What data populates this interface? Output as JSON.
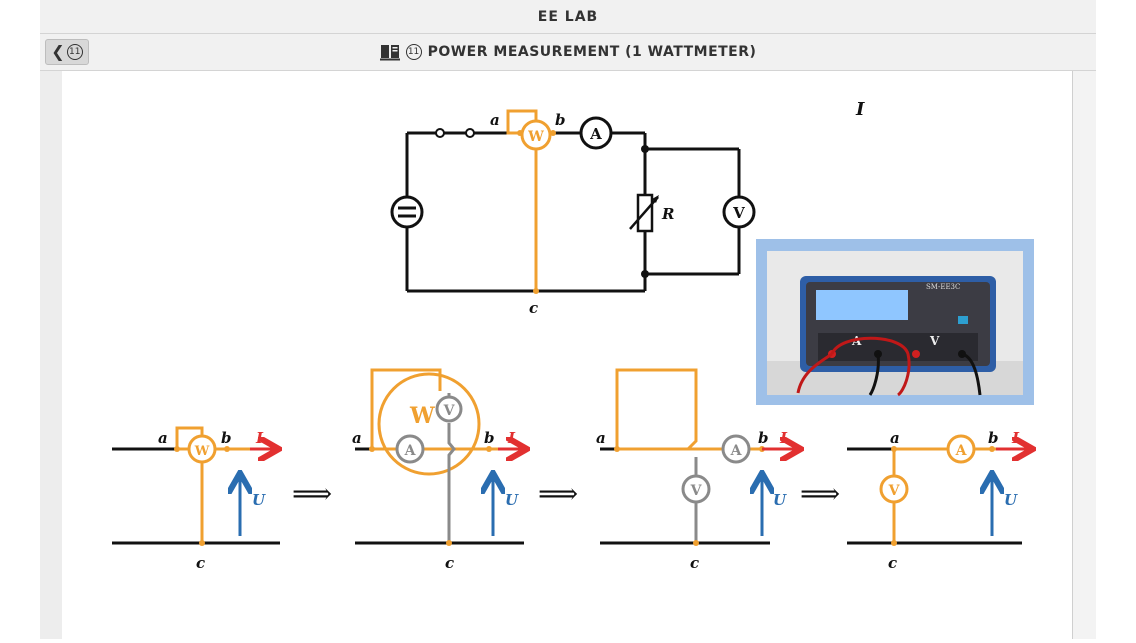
{
  "app": {
    "title": "EE LAB"
  },
  "nav": {
    "back_label": "❮",
    "back_badge": "11",
    "chapter_badge": "11",
    "page_title": "POWER MEASUREMENT (1 WATTMETER)"
  },
  "diagram": {
    "section_label": "I",
    "nodes": {
      "a": "a",
      "b": "b",
      "c": "c"
    },
    "meters": {
      "wattmeter": "W",
      "ammeter": "A",
      "voltmeter": "V"
    },
    "resistor_label": "R",
    "current_label": "I",
    "voltage_label": "U",
    "arrow_symbol": "⟹",
    "device": {
      "brand": "SM-EE3C",
      "ammeter_label": "A",
      "voltmeter_label": "V"
    }
  },
  "colors": {
    "orange": "#f0a030",
    "red": "#e23030",
    "blue": "#2a6db0",
    "gray": "#8a8a8a",
    "black": "#111111"
  }
}
